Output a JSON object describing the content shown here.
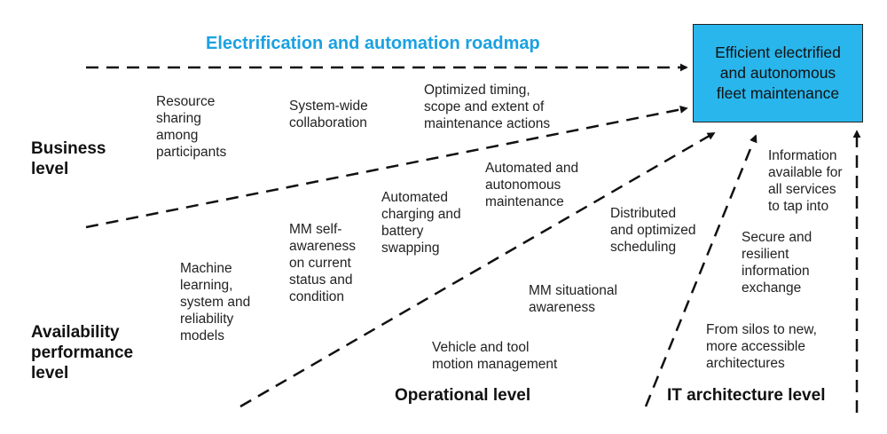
{
  "title": "Electrification and automation roadmap",
  "goal": {
    "text": "Efficient electrified\nand autonomous\nfleet maintenance",
    "fill": "#29b6ec"
  },
  "levels": {
    "business": "Business\nlevel",
    "availability": "Availability\nperformance\nlevel",
    "operational": "Operational level",
    "it": "IT architecture level"
  },
  "items": {
    "resource_sharing": "Resource\nsharing\namong\nparticipants",
    "system_wide": "System-wide\ncollaboration",
    "optimized_timing": "Optimized timing,\nscope and extent of\nmaintenance actions",
    "machine_learning": "Machine\nlearning,\nsystem and\nreliability\nmodels",
    "mm_self": "MM self-\nawareness\non current\nstatus and\ncondition",
    "automated_charging": "Automated\ncharging and\nbattery\nswapping",
    "automated_maintenance": "Automated and\nautonomous\nmaintenance",
    "distributed": "Distributed\nand optimized\nscheduling",
    "mm_situational": "MM situational\nawareness",
    "vehicle_tool": "Vehicle and tool\nmotion management",
    "info_available": "Information\navailable for\nall services\nto tap into",
    "secure": "Secure and\nresilient\ninformation\nexchange",
    "silos": "From silos to new,\nmore accessible\narchitectures"
  },
  "colors": {
    "title": "#1ba1e2",
    "arrow": "#111111"
  }
}
